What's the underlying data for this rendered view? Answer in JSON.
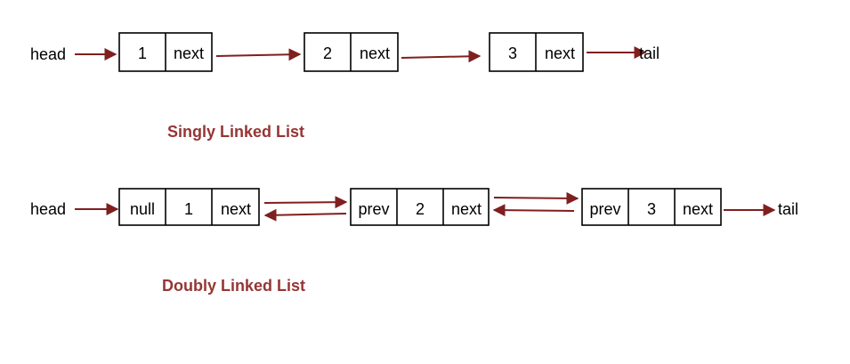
{
  "colors": {
    "arrow": "#7f1f1f",
    "title": "#943634",
    "border": "#000000"
  },
  "singly": {
    "title": "Singly Linked List",
    "head_label": "head",
    "tail_label": "tail",
    "nodes": [
      {
        "cells": [
          "1",
          "next"
        ]
      },
      {
        "cells": [
          "2",
          "next"
        ]
      },
      {
        "cells": [
          "3",
          "next"
        ]
      }
    ]
  },
  "doubly": {
    "title": "Doubly Linked List",
    "head_label": "head",
    "tail_label": "tail",
    "nodes": [
      {
        "cells": [
          "null",
          "1",
          "next"
        ]
      },
      {
        "cells": [
          "prev",
          "2",
          "next"
        ]
      },
      {
        "cells": [
          "prev",
          "3",
          "next"
        ]
      }
    ]
  }
}
